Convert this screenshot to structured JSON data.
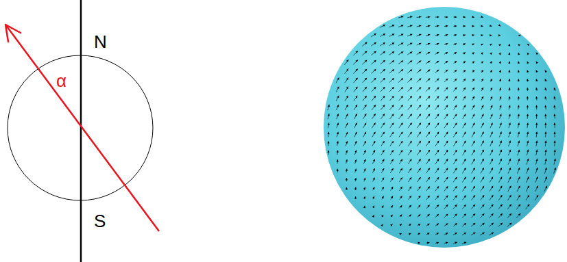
{
  "diagram": {
    "labels": [
      "N",
      "α",
      "S"
    ]
  }
}
